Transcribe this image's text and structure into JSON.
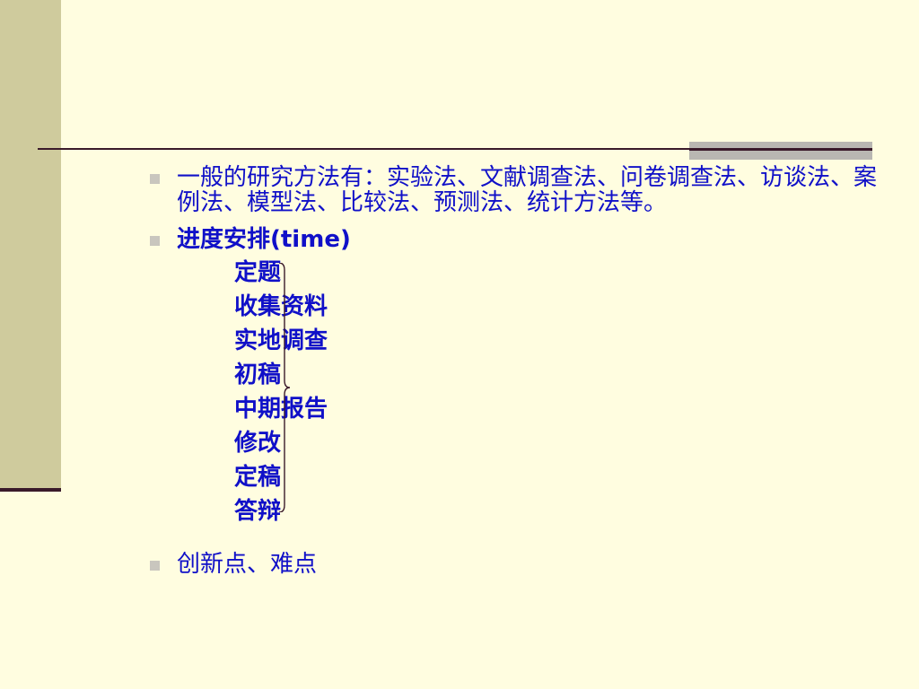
{
  "bullets": {
    "methods": "一般的研究方法有：实验法、文献调查法、问卷调查法、访谈法、案例法、模型法、比较法、预测法、统计方法等。",
    "schedule_title": "进度安排(time)",
    "innovation": "创新点、难点"
  },
  "schedule": [
    "定题",
    "收集资料",
    "实地调查",
    "初稿",
    "中期报告",
    "修改",
    "定稿",
    "答辩"
  ],
  "colors": {
    "background": "#FFFDE0",
    "left_bar": "#CFCB9D",
    "text": "#1010C8",
    "rule": "#3A1A2A",
    "bullet": "#C9C6BE"
  }
}
